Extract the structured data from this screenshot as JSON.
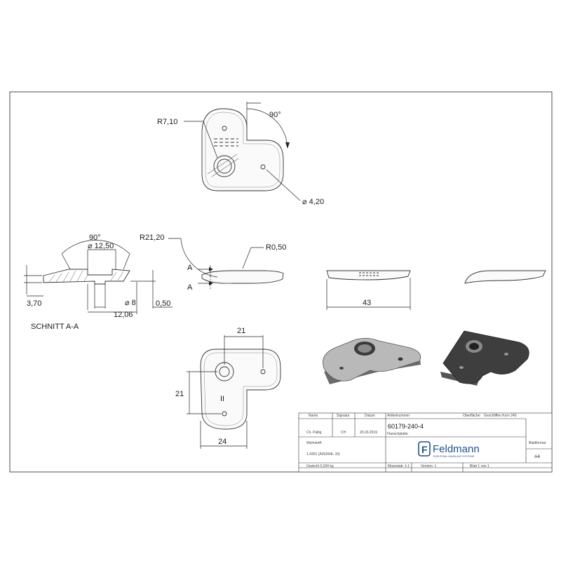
{
  "dimensions": {
    "top_radius": "R7,10",
    "top_angle": "90°",
    "top_hole": "⌀ 4,20",
    "section_angle": "90°",
    "section_counterbore": "⌀ 12,50",
    "section_thickness": "3,70",
    "section_bore": "⌀ 8",
    "section_edge": "0,50",
    "section_width": "12,06",
    "section_caption": "SCHNITT A-A",
    "side_radius": "R21,20",
    "side_fillet": "R0,50",
    "cut_a_upper": "A",
    "cut_a_lower": "A",
    "front_length": "43",
    "bottom_h_offset": "21",
    "bottom_v_offset": "21",
    "bottom_width": "24",
    "part_mark": "II"
  },
  "title_block": {
    "col_name": "Name",
    "col_signature": "Signatur",
    "col_date": "Datum",
    "name_value": "Ch. Pallig",
    "signature_value": "CH",
    "date_value": "20.03.2019",
    "article_label": "Artikelnummer",
    "article_number": "60179-240-4",
    "surface_label": "Oberfläche:",
    "surface_value": "Geschliffen Korn 240",
    "description_label": "Flanschplatte",
    "material_label": "Werkstoff:",
    "material_value": "1.4301 (AISI304L-10)",
    "weight_value": "Gewicht 0,034 kg",
    "scale_label": "Massstab: 1:1",
    "version_label": "Version: 1",
    "sheet_label": "Blatt 1 von 1",
    "format_label": "Blattformat",
    "format_value": "A4",
    "brand_name": "Feldmann",
    "brand_tagline": "EDELSTAHL-HANDLAUF-SYSTEME",
    "brand_logo_letter": "F"
  }
}
